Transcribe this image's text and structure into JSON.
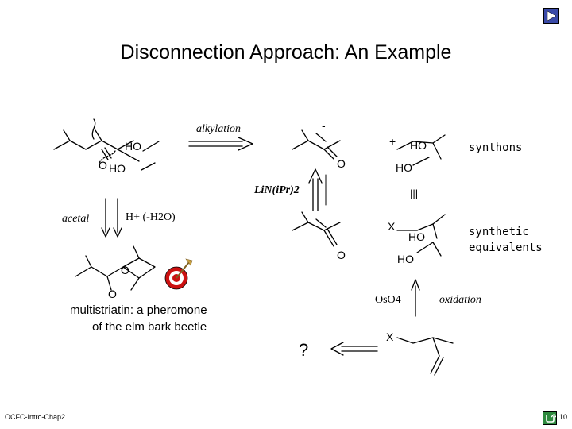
{
  "slide": {
    "title": "Disconnection Approach: An Example",
    "footer_left": "OCFC-Intro-Chap2",
    "page_number": "10"
  },
  "labels": {
    "alkylation": "alkylation",
    "synthons": "synthons",
    "lin_reagent": "LiN(iPr)2",
    "acetal": "acetal",
    "acid_reagent": "H+ (-H2O)",
    "synthetic_equivalents_1": "synthetic",
    "synthetic_equivalents_2": "equivalents",
    "oso4": "OsO4",
    "oxidation": "oxidation",
    "caption_1": "multistriatin: a pheromone",
    "caption_2": "of the elm bark beetle",
    "question": "?"
  },
  "atoms": {
    "ho": "HO",
    "o": "O",
    "x": "X",
    "minus": "-",
    "plus": "+",
    "equiv": "|||"
  },
  "icons": {
    "next": "play-triangle-icon",
    "home": "return-arrow-icon",
    "target": "bullseye-dart-icon"
  },
  "colors": {
    "nav_button": "#3a4aa8",
    "home_button": "#2e8a3e",
    "target_red": "#cc1111"
  }
}
